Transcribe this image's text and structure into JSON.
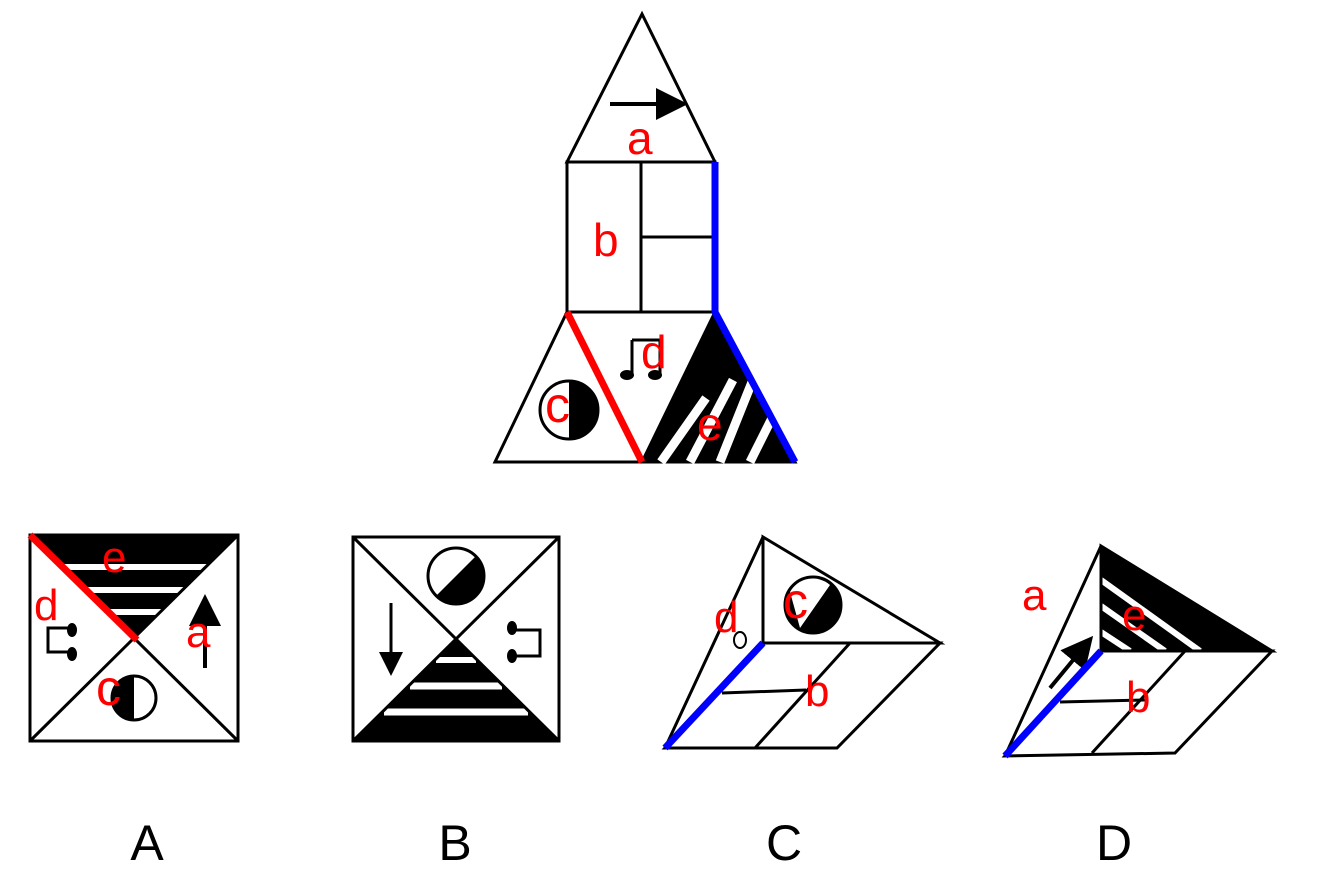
{
  "net": {
    "face_labels": [
      "a",
      "b",
      "c",
      "d",
      "e"
    ]
  },
  "options": [
    {
      "letter": "A",
      "face_labels": [
        "e",
        "d",
        "a",
        "c"
      ]
    },
    {
      "letter": "B"
    },
    {
      "letter": "C",
      "face_labels": [
        "d",
        "c",
        "b"
      ]
    },
    {
      "letter": "D",
      "face_labels": [
        "a",
        "e",
        "b"
      ]
    }
  ],
  "colors": {
    "label": "#ff0000",
    "edge_red": "#ff0000",
    "edge_blue": "#0000ff",
    "line": "#000000"
  }
}
